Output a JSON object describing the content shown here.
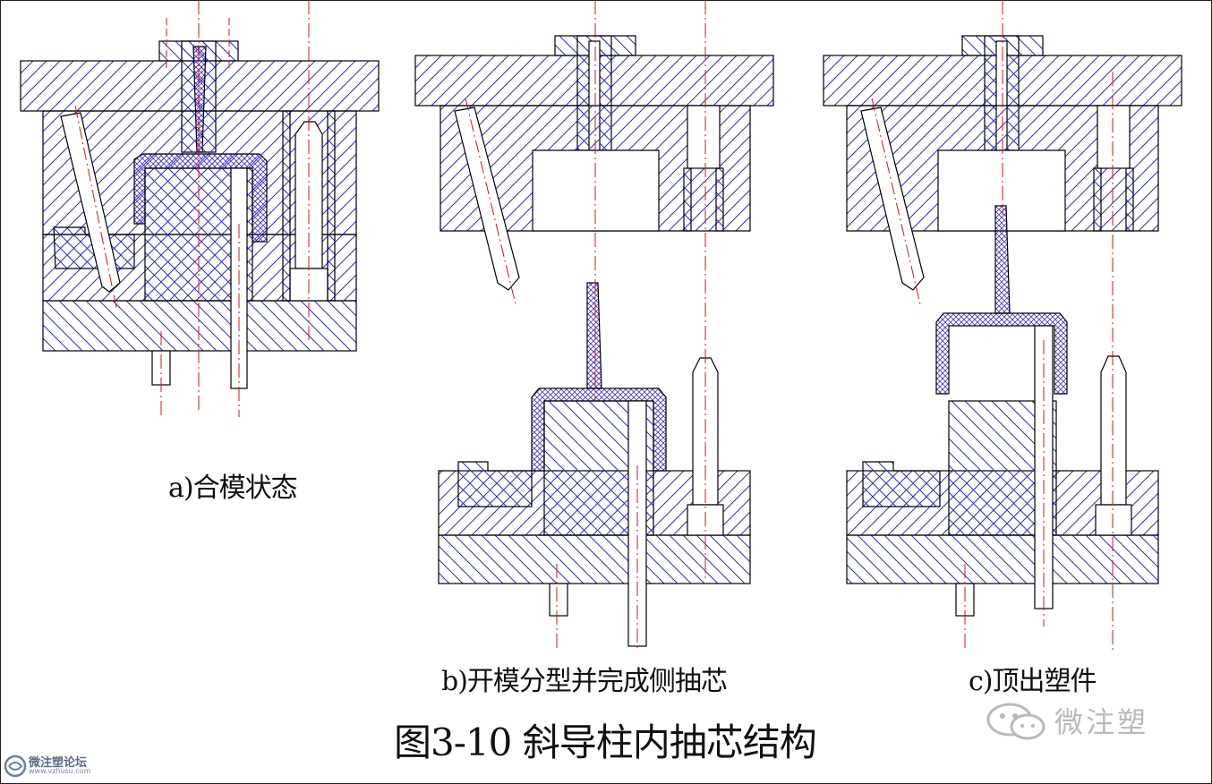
{
  "figure": {
    "title": "图3-10 斜导柱内抽芯结构",
    "captions": {
      "a": "a)合模状态",
      "b": "b)开模分型并完成侧抽芯",
      "c": "c)顶出塑件"
    }
  },
  "watermark": {
    "text": "微注塑",
    "icon": "wechat-bubble-icon"
  },
  "forum_logo": {
    "name": "微注塑论坛",
    "url": "www.vzhusu.com",
    "icon": "swirl-logo-icon"
  },
  "colors": {
    "outline": "#000000",
    "hatch": "#2b2bd6",
    "centerline": "#d01818",
    "part_fill": "#cc3344",
    "watermark": "#b9b9b9"
  }
}
